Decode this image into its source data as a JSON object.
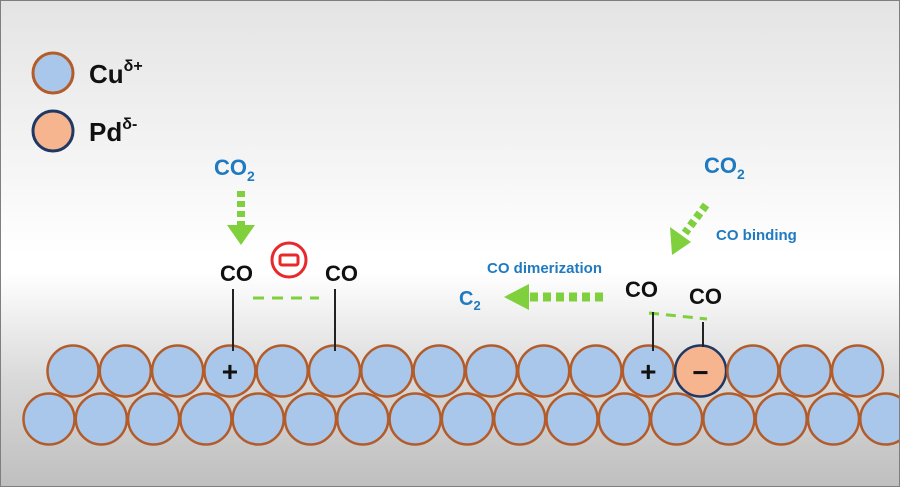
{
  "legend": [
    {
      "label": "Cu",
      "superscript": "δ+",
      "fill": "#a9c7ea",
      "stroke": "#b35c2a"
    },
    {
      "label": "Pd",
      "superscript": "δ-",
      "fill": "#f6b48f",
      "stroke": "#1f3864"
    }
  ],
  "left_mechanism": {
    "reactant_main": "CO",
    "reactant_sub": "2",
    "intermediate_left": "CO",
    "intermediate_right": "CO",
    "site_charge": "+"
  },
  "right_mechanism": {
    "reactant_main": "CO",
    "reactant_sub": "2",
    "binding_label": "CO binding",
    "dimerization_label": "CO dimerization",
    "intermediate_left": "CO",
    "intermediate_right": "CO",
    "product_main": "C",
    "product_sub": "2",
    "cu_charge": "+",
    "pd_charge": "−"
  },
  "colors": {
    "arrow_green": "#7fd03c",
    "label_blue": "#1f7ac0",
    "repulsion_red": "#e8292b",
    "cu_fill": "#a9c7ea",
    "cu_stroke": "#b35c2a",
    "pd_fill": "#f6b48f",
    "pd_stroke": "#1f3864"
  },
  "icons": {
    "repulsion": "minus-in-circle-icon"
  }
}
